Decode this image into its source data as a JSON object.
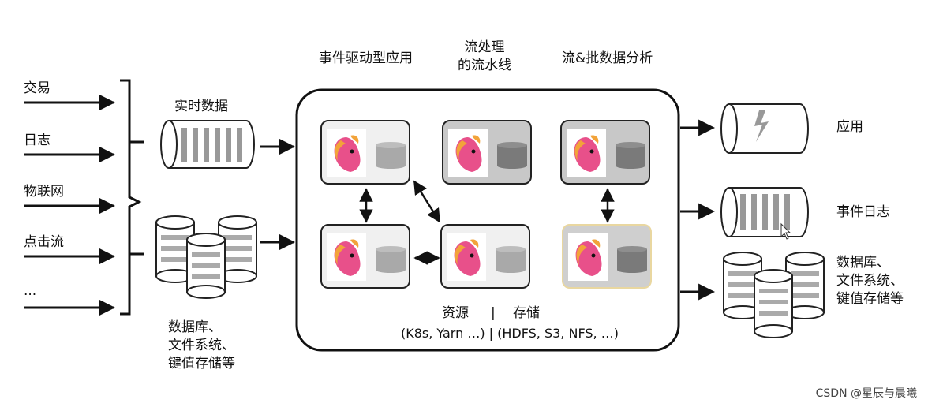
{
  "sources": [
    "交易",
    "日志",
    "物联网",
    "点击流",
    "..."
  ],
  "left_top_label": "实时数据",
  "left_bottom_label": [
    "数据库、",
    "文件系统、",
    "键值存储等"
  ],
  "column_headers": {
    "col1": "事件驱动型应用",
    "col2": [
      "流处理",
      "的流水线"
    ],
    "col3": "流&批数据分析"
  },
  "footer": {
    "line1_left": "资源",
    "line1_sep": "|",
    "line1_right": "存储",
    "line2": "(K8s, Yarn …) | (HDFS, S3, NFS, …)"
  },
  "outputs": {
    "app": "应用",
    "event_log": "事件日志",
    "storage": [
      "数据库、",
      "文件系统、",
      "键值存储等"
    ]
  },
  "watermark": "CSDN @星辰与晨曦",
  "colors": {
    "node_light": "#f0f0f0",
    "node_dark": "#c8c8c8",
    "node_highlight_border": "#e9d7a0",
    "logo_pink": "#e8508a",
    "logo_orange": "#f2a33a"
  }
}
